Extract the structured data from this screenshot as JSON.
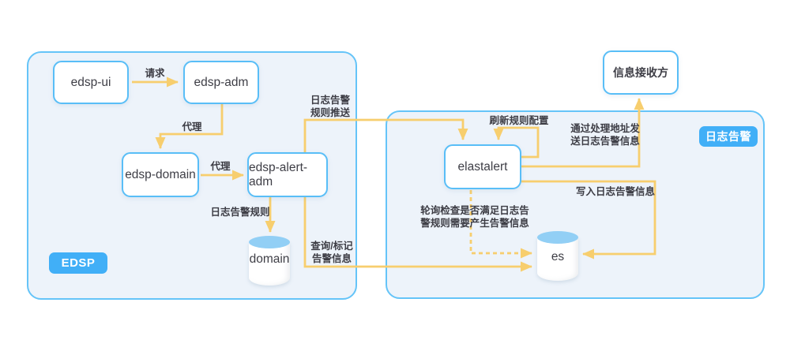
{
  "diagram": {
    "containers": {
      "edsp": {
        "badge": "EDSP"
      },
      "log_alert": {
        "badge": "日志告警"
      }
    },
    "nodes": {
      "edsp_ui": "edsp-ui",
      "edsp_adm": "edsp-adm",
      "edsp_domain": "edsp-domain",
      "edsp_alert_adm": "edsp-alert-adm",
      "elastalert": "elastalert",
      "receiver": "信息接收方"
    },
    "databases": {
      "domain_db": "domain",
      "es_db": "es"
    },
    "edge_labels": {
      "request": "请求",
      "proxy_1": "代理",
      "proxy_2": "代理",
      "rule_push": "日志告警\n规则推送",
      "log_alert_rule": "日志告警规则",
      "query_mark": "查询/标记\n告警信息",
      "refresh_rule": "刷新规则配置",
      "send_via_addr": "通过处理地址发\n送日志告警信息",
      "write_alert": "写入日志告警信息",
      "poll_check": "轮询检查是否满足日志告\n警规则需要产生告警信息"
    },
    "colors": {
      "container-fill": "#EDF3FA",
      "container-border": "#65C4F8",
      "node-border": "#59BEF7",
      "node-fill": "#FFFFFF",
      "badge-bg": "#41AFF7",
      "badge-text": "#FFFFFF",
      "arrow": "#F7CE6E",
      "cylinder-top": "#92CFF5",
      "text": "#3E3E46"
    }
  }
}
